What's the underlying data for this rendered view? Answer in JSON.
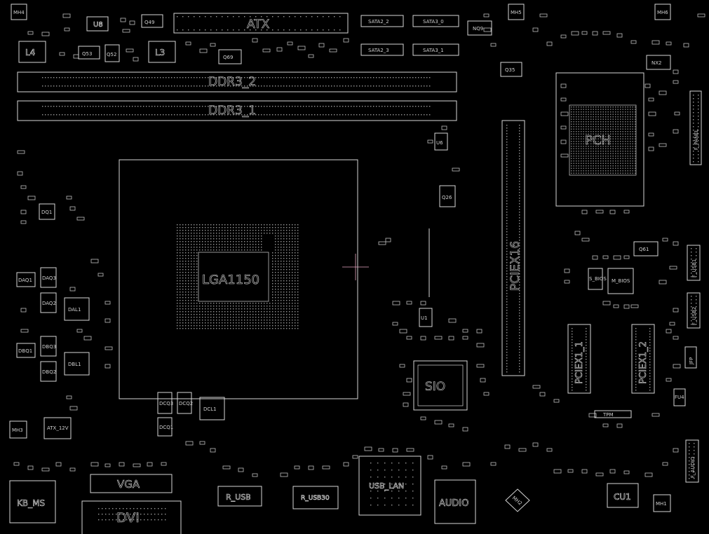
{
  "board": {
    "connectors": {
      "atx": "ATX",
      "ddr3_2": "DDR3_2",
      "ddr3_1": "DDR3_1",
      "sata2_2": "SATA2_2",
      "sata3_0": "SATA3_0",
      "sata2_3": "SATA2_3",
      "sata3_1": "SATA3_1",
      "pciex16": "PCIEX16",
      "pciex1_1": "PCIEX1_1",
      "pciex1_2": "PCIEX1_2",
      "vga": "VGA",
      "dvi": "DVI",
      "kb_ms": "KB_MS",
      "r_usb": "R_USB",
      "r_usb30": "R_USB30",
      "usb_lan": "USB_LAN",
      "audio": "AUDIO",
      "f_panel": "F_PANEL",
      "f_usb1": "F_USB1",
      "f_usb2": "F_USB2",
      "f_audio": "F_AUDIO",
      "tpm": "TPM",
      "atx_12v": "ATX_12V"
    },
    "chips": {
      "socket": "LGA1150",
      "pch": "PCH",
      "sio": "SIO",
      "cu1": "CU1",
      "u1": "U1",
      "u6": "U6",
      "u8": "U8",
      "s_bios": "S_BIOS",
      "m_bios": "M_BIOS"
    },
    "parts": {
      "l4": "L4",
      "l3": "L3",
      "q49": "Q49",
      "q53": "Q53",
      "q52": "Q52",
      "q69": "Q69",
      "q35": "Q35",
      "q26": "Q26",
      "q61": "Q61",
      "nq9": "NQ9",
      "nx2": "NX2",
      "dal1": "DAL1",
      "dbl1": "DBL1",
      "dcl1": "DCL1",
      "dq1": "DQ1",
      "daq1": "DAQ1",
      "daq2": "DAQ2",
      "daq3": "DAQ3",
      "dbq1": "DBQ1",
      "dbq2": "DBQ2",
      "dbq3": "DBQ3",
      "dcq1": "DCQ1",
      "dcq2": "DCQ2",
      "dcq3": "DCQ3",
      "jfp": "JFP",
      "fu4": "FU4"
    },
    "holes": {
      "mh4": "MH4",
      "mh5": "MH5",
      "mh6": "MH6",
      "mh3": "MH3",
      "mh1": "MH1",
      "mh2": "MH2"
    }
  }
}
